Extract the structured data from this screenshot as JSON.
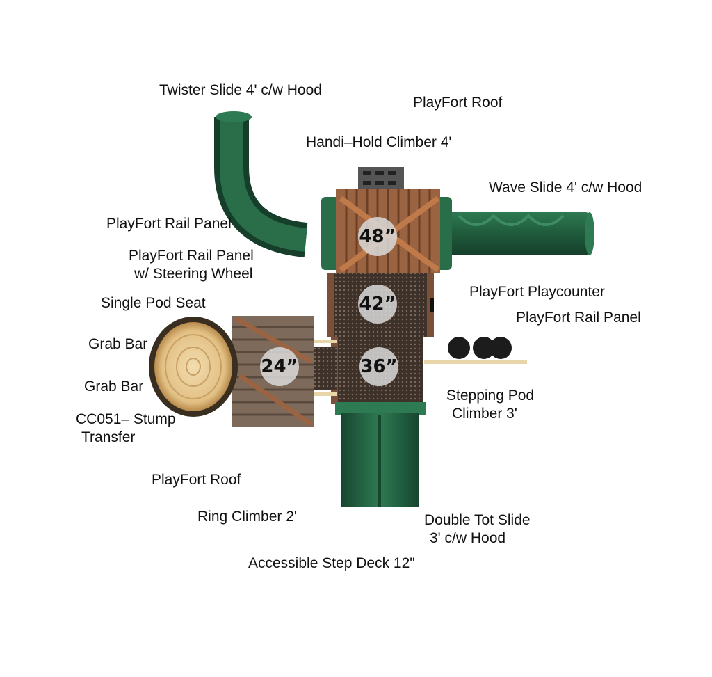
{
  "labels": {
    "twister_slide": "Twister Slide 4' c/w Hood",
    "roof_top": "PlayFort Roof",
    "handi_hold": "Handi–Hold Climber 4'",
    "wave_slide": "Wave Slide 4' c/w Hood",
    "rail_panel_1": "PlayFort Rail Panel",
    "rail_panel_steering_1": "PlayFort Rail Panel",
    "rail_panel_steering_2": "w/ Steering Wheel",
    "playcounter": "PlayFort Playcounter",
    "single_pod": "Single Pod Seat",
    "rail_panel_right": "PlayFort Rail Panel",
    "grab_bar_1": "Grab Bar",
    "grab_bar_2": "Grab Bar",
    "stepping_pod_1": "Stepping Pod",
    "stepping_pod_2": "Climber 3'",
    "stump_1": "CC051– Stump",
    "stump_2": "Transfer",
    "roof_bottom": "PlayFort Roof",
    "ring_climber": "Ring Climber 2'",
    "double_tot_1": "Double Tot Slide",
    "double_tot_2": "3' c/w Hood",
    "step_deck": "Accessible Step Deck 12\""
  },
  "decks": {
    "deck_48": "48”",
    "deck_42": "42”",
    "deck_36": "36”",
    "deck_24": "24”"
  },
  "colors": {
    "slide_green": "#1f5a3b",
    "slide_green_light": "#2f7a52",
    "wood": "#8a5a3a",
    "deck_brown": "#4a3a30",
    "stump": "#e6c791"
  }
}
